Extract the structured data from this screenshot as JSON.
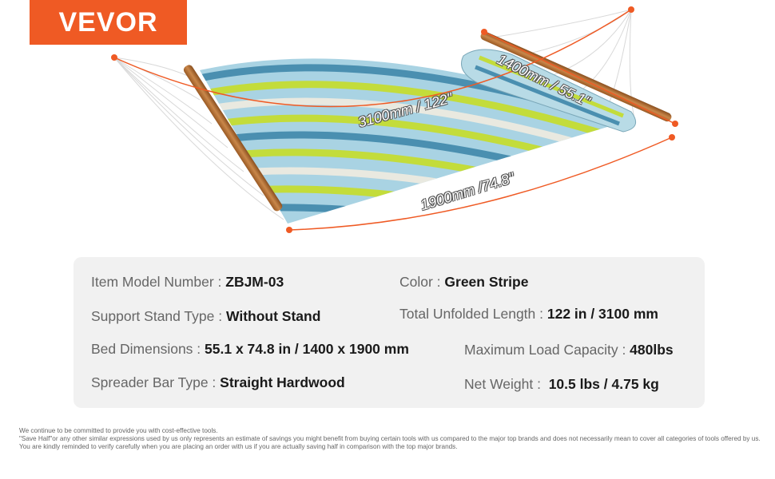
{
  "brand": {
    "logo_text": "VEVOR",
    "accent_color": "#ef5a24"
  },
  "dimension_labels": {
    "total_length": "3100mm / 122\"",
    "pillow_width": "1400mm / 55.1\"",
    "bed_length": "1900mm /74.8\""
  },
  "specs": {
    "item_model": {
      "label": "Item Model Number : ",
      "value": "ZBJM-03"
    },
    "color": {
      "label": "Color : ",
      "value": "Green Stripe"
    },
    "support_stand": {
      "label": "Support Stand Type : ",
      "value": "Without Stand"
    },
    "unfolded_length": {
      "label": "Total Unfolded Length : ",
      "value": "122 in / 3100 mm"
    },
    "bed_dimensions": {
      "label": "Bed Dimensions : ",
      "value": "55.1 x 74.8 in / 1400 x 1900 mm"
    },
    "max_load": {
      "label": "Maximum Load Capacity : ",
      "value": "480lbs"
    },
    "spreader_bar": {
      "label": "Spreader Bar Type : ",
      "value": "Straight Hardwood"
    },
    "net_weight": {
      "label": "Net Weight :  ",
      "value": "10.5 lbs / 4.75 kg"
    }
  },
  "disclaimer": {
    "line1": "We continue to be committed to provide you with cost-effective tools.",
    "line2": "\"Save Half\"or any other similar expressions used by us only represents an estimate of savings you might benefit from buying certain tools with us compared to the major top brands and does not necessarily mean to cover all categories of tools offered by us.",
    "line3": "You are kindly reminded to verify carefully when you are placing an order with us if you are actually saving half in comparison with the top major brands."
  }
}
